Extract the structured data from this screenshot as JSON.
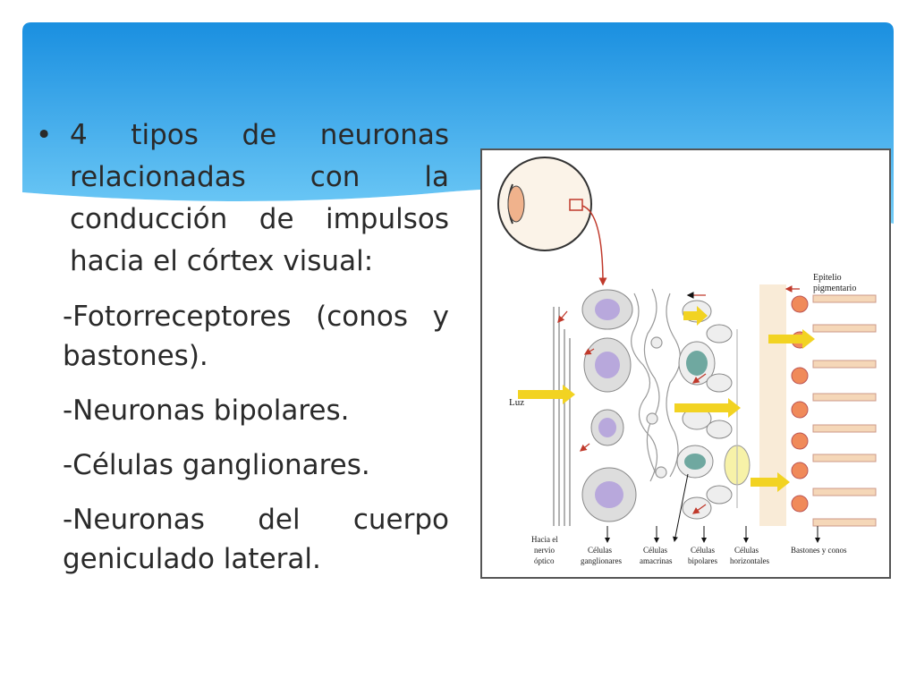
{
  "slide": {
    "bullet": "4 tipos de neuronas relacionadas con la conducción de impulsos hacia el córtex visual:",
    "items": [
      "-Fotorreceptores (conos y bastones).",
      "-Neuronas bipolares.",
      "-Células ganglionares.",
      "-Neuronas del cuerpo geniculado lateral."
    ]
  },
  "figure": {
    "light_label": "Luz",
    "epithelium_label_1": "Epitelio",
    "epithelium_label_2": "pigmentario",
    "optic_label_1": "Hacia el",
    "optic_label_2": "nervio",
    "optic_label_3": "óptico",
    "ganglion_label_1": "Células",
    "ganglion_label_2": "ganglionares",
    "amacrine_label_1": "Células",
    "amacrine_label_2": "amacrinas",
    "bipolar_label_1": "Células",
    "bipolar_label_2": "bipolares",
    "horizontal_label_1": "Células",
    "horizontal_label_2": "horizontales",
    "rods_cones_label": "Bastones y conos"
  },
  "colors": {
    "sky_top": "#1a8fe0",
    "sky_bottom": "#5ec0f5",
    "ganglion": "#b8a8dc",
    "photoreceptor": "#f08a5a",
    "light_arrow": "#f2d322"
  }
}
